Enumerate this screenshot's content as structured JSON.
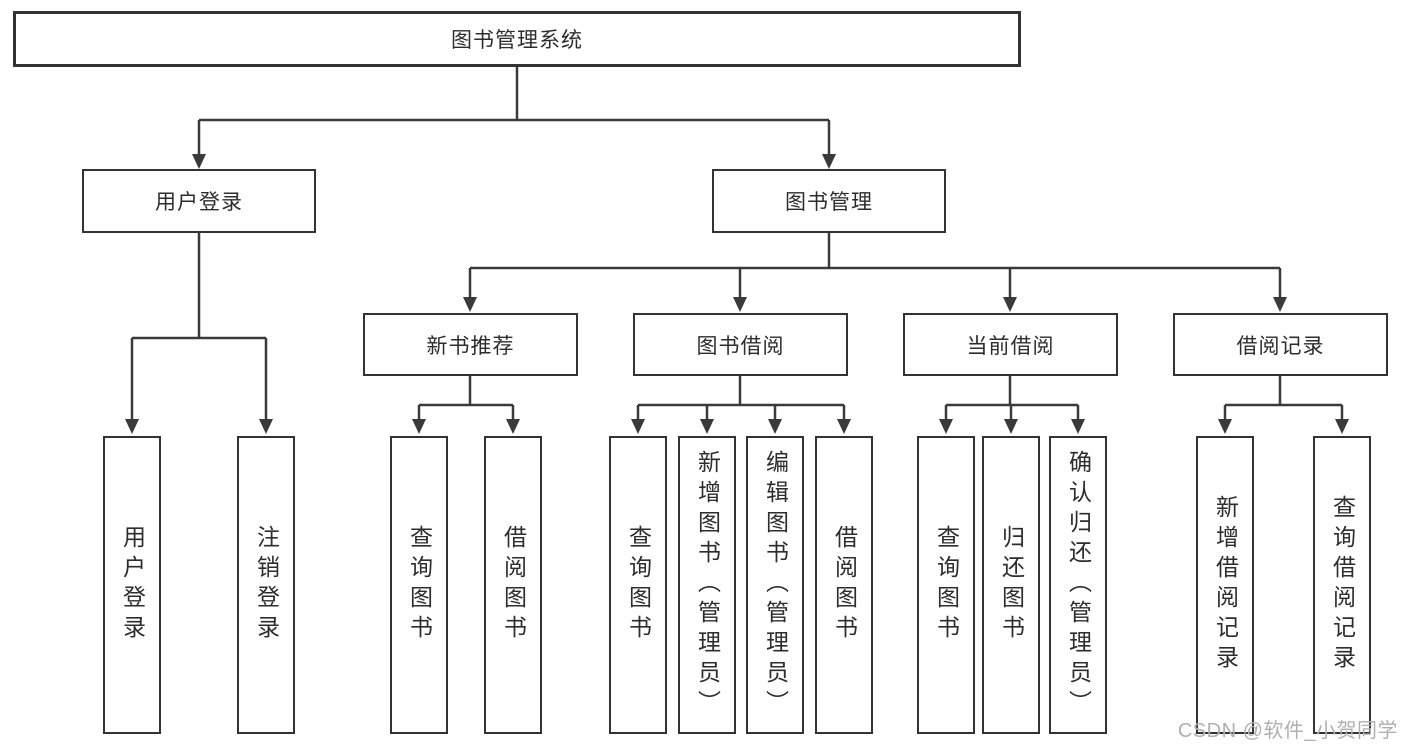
{
  "diagram_title": "图书管理系统",
  "tree": {
    "label": "图书管理系统",
    "children": [
      {
        "label": "用户登录",
        "children": [
          {
            "label": "用户登录"
          },
          {
            "label": "注销登录"
          }
        ]
      },
      {
        "label": "图书管理",
        "children": [
          {
            "label": "新书推荐",
            "children": [
              {
                "label": "查询图书"
              },
              {
                "label": "借阅图书"
              }
            ]
          },
          {
            "label": "图书借阅",
            "children": [
              {
                "label": "查询图书"
              },
              {
                "label": "新增图书（管理员）"
              },
              {
                "label": "编辑图书（管理员）"
              },
              {
                "label": "借阅图书"
              }
            ]
          },
          {
            "label": "当前借阅",
            "children": [
              {
                "label": "查询图书"
              },
              {
                "label": "归还图书"
              },
              {
                "label": "确认归还（管理员）"
              }
            ]
          },
          {
            "label": "借阅记录",
            "children": [
              {
                "label": "新增借阅记录"
              },
              {
                "label": "查询借阅记录"
              }
            ]
          }
        ]
      }
    ]
  },
  "watermark": "CSDN @软件_小贺同学",
  "colors": {
    "line": "#3a3a3a",
    "box_border": "#333333",
    "box_fill": "#ffffff",
    "text": "#2d2d2d",
    "watermark": "#b0b0b0"
  }
}
